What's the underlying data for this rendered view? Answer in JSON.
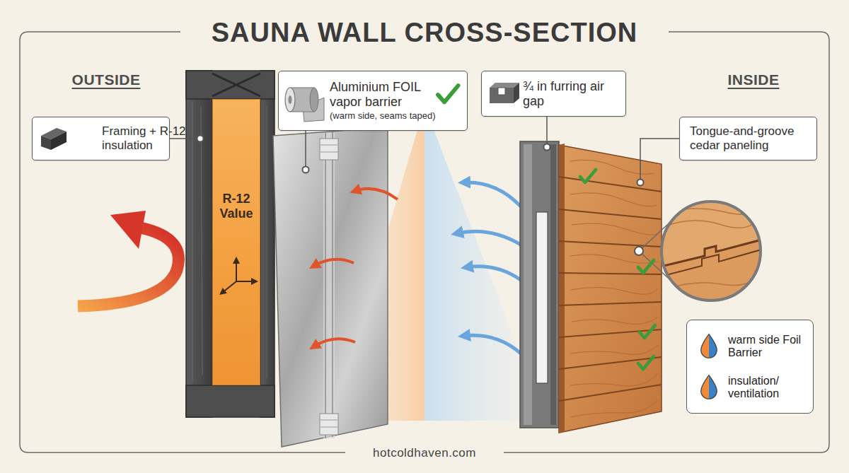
{
  "diagram": {
    "title": "SAUNA WALL CROSS-SECTION",
    "nodes": [
      {
        "text": [
          "Framing + R-12 insulation"
        ]
      },
      {
        "text": [
          "R-12 Value"
        ]
      },
      {
        "text": [
          "Aluminium FOIL vapor barrier",
          "(warm side, seams taped)"
        ]
      },
      {
        "text": [
          "¾ in furring air gap"
        ]
      },
      {
        "text": [
          "Tongue-and-groove cedar paneling"
        ]
      }
    ],
    "labels": [
      "OUTSIDE",
      "INSIDE",
      "hotcoldhaven.com"
    ],
    "legend": [
      {
        "text": "warm side Foil Barrier"
      },
      {
        "text": "insulation/ ventilation"
      }
    ]
  }
}
